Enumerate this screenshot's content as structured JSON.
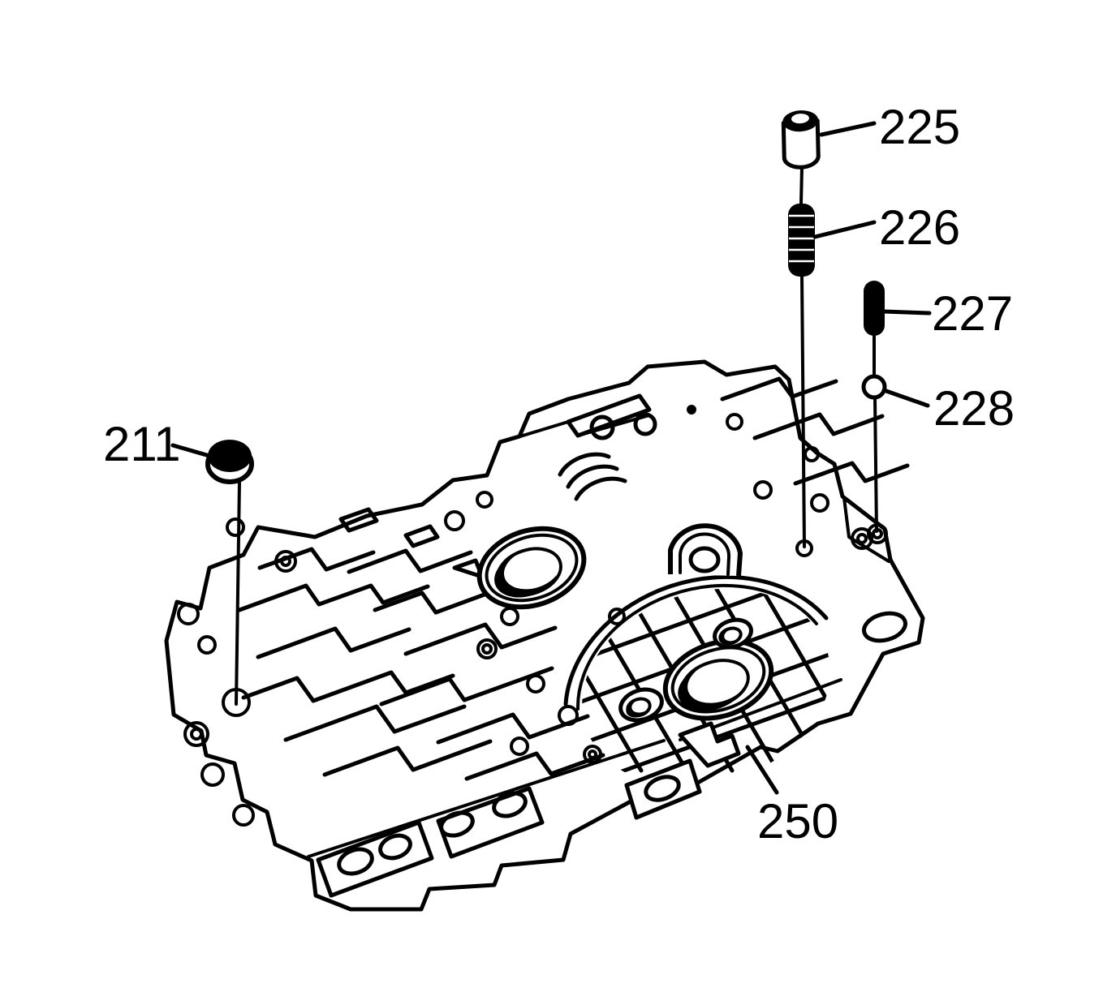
{
  "figure": {
    "background_color": "#ffffff",
    "line_color": "#000000",
    "callouts": {
      "c211": {
        "label": "211"
      },
      "c225": {
        "label": "225"
      },
      "c226": {
        "label": "226"
      },
      "c227": {
        "label": "227"
      },
      "c228": {
        "label": "228"
      },
      "c250": {
        "label": "250"
      }
    }
  }
}
